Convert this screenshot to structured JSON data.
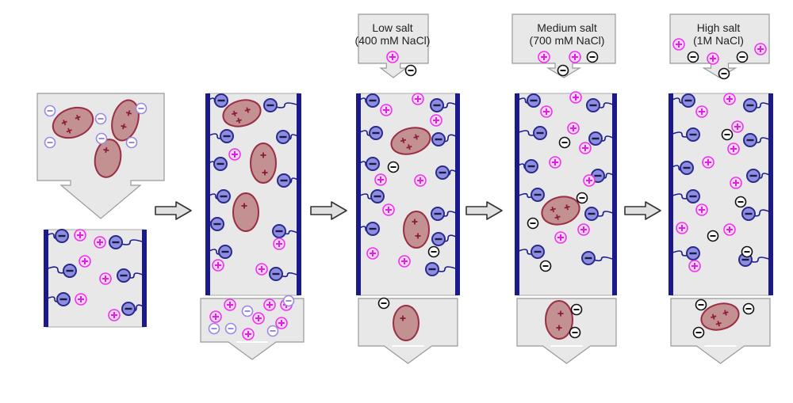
{
  "stages": [
    {
      "id": "sample-application",
      "salt_label": null
    },
    {
      "id": "binding",
      "salt_label": null
    },
    {
      "id": "low-salt",
      "salt_label": {
        "line1": "Low salt",
        "line2": "(400 mM NaCl)"
      }
    },
    {
      "id": "medium-salt",
      "salt_label": {
        "line1": "Medium salt",
        "line2": "(700 mM NaCl)"
      }
    },
    {
      "id": "high-salt",
      "salt_label": {
        "line1": "High salt",
        "line2": "(1M NaCl)"
      }
    }
  ],
  "symbols": {
    "plus": "+",
    "minus": "−"
  },
  "colors": {
    "column_wall": "#1a1a8c",
    "resin_bead_fill": "#8e8ee0",
    "resin_bead_stroke": "#2a2a8c",
    "cation_stroke": "#ee33ee",
    "cation_fill": "#ffd6ff",
    "chloride_stroke": "#111111",
    "protein_fill": "#c39191",
    "protein_stroke": "#9b2d45",
    "box_fill": "#e8e8e8",
    "box_stroke": "#999999",
    "arrow_fill": "#e0e0e0",
    "arrow_stroke": "#333333"
  }
}
